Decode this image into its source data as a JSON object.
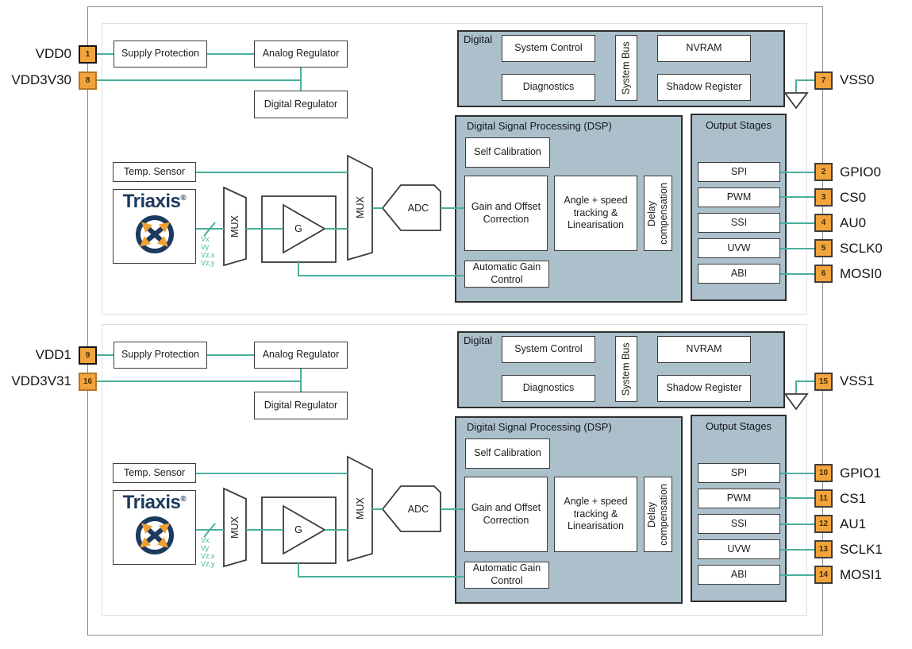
{
  "colors": {
    "teal": "#49af9c",
    "block_fill": "#abc0cb",
    "pin_fill": "#f1a33c",
    "navy": "#1c3a5e",
    "arrow_orange": "#f0a030"
  },
  "dies": [
    {
      "power": {
        "supply_protection": "Supply Protection",
        "analog_regulator": "Analog Regulator",
        "digital_regulator": "Digital Regulator"
      },
      "digital_block": {
        "title": "Digital",
        "system_control": "System Control",
        "diagnostics": "Diagnostics",
        "system_bus": "System Bus",
        "nvram": "NVRAM",
        "shadow_register": "Shadow Register"
      },
      "afe": {
        "temp_sensor": "Temp. Sensor",
        "triaxis_brand": "Triaxis",
        "triaxis_reg": "®",
        "mux1": "MUX",
        "gain": "G",
        "mux2": "MUX",
        "adc": "ADC",
        "signals": [
          "Vx",
          "Vy",
          "Vz,x",
          "Vz,y"
        ]
      },
      "dsp": {
        "title": "Digital Signal Processing (DSP)",
        "self_calibration": "Self Calibration",
        "gain_offset": "Gain and Offset Correction",
        "angle_speed": "Angle + speed tracking & Linearisation",
        "delay_compensation": "Delay compensation",
        "agc": "Automatic Gain Control"
      },
      "output_stages": {
        "title": "Output Stages",
        "items": [
          "SPI",
          "PWM",
          "SSI",
          "UVW",
          "ABI"
        ]
      },
      "pins_left": [
        {
          "num": "1",
          "label": "VDD0"
        },
        {
          "num": "8",
          "label": "VDD3V30"
        }
      ],
      "pin_vss": {
        "num": "7",
        "label": "VSS0"
      },
      "pins_right": [
        {
          "num": "2",
          "label": "GPIO0"
        },
        {
          "num": "3",
          "label": "CS0"
        },
        {
          "num": "4",
          "label": "AU0"
        },
        {
          "num": "5",
          "label": "SCLK0"
        },
        {
          "num": "6",
          "label": "MOSI0"
        }
      ]
    },
    {
      "power": {
        "supply_protection": "Supply Protection",
        "analog_regulator": "Analog Regulator",
        "digital_regulator": "Digital Regulator"
      },
      "digital_block": {
        "title": "Digital",
        "system_control": "System Control",
        "diagnostics": "Diagnostics",
        "system_bus": "System Bus",
        "nvram": "NVRAM",
        "shadow_register": "Shadow Register"
      },
      "afe": {
        "temp_sensor": "Temp. Sensor",
        "triaxis_brand": "Triaxis",
        "triaxis_reg": "®",
        "mux1": "MUX",
        "gain": "G",
        "mux2": "MUX",
        "adc": "ADC",
        "signals": [
          "Vx",
          "Vy",
          "Vz,x",
          "Vz,y"
        ]
      },
      "dsp": {
        "title": "Digital Signal Processing (DSP)",
        "self_calibration": "Self Calibration",
        "gain_offset": "Gain and Offset Correction",
        "angle_speed": "Angle + speed tracking & Linearisation",
        "delay_compensation": "Delay compensation",
        "agc": "Automatic Gain Control"
      },
      "output_stages": {
        "title": "Output Stages",
        "items": [
          "SPI",
          "PWM",
          "SSI",
          "UVW",
          "ABI"
        ]
      },
      "pins_left": [
        {
          "num": "9",
          "label": "VDD1"
        },
        {
          "num": "16",
          "label": "VDD3V31"
        }
      ],
      "pin_vss": {
        "num": "15",
        "label": "VSS1"
      },
      "pins_right": [
        {
          "num": "10",
          "label": "GPIO1"
        },
        {
          "num": "11",
          "label": "CS1"
        },
        {
          "num": "12",
          "label": "AU1"
        },
        {
          "num": "13",
          "label": "SCLK1"
        },
        {
          "num": "14",
          "label": "MOSI1"
        }
      ]
    }
  ]
}
